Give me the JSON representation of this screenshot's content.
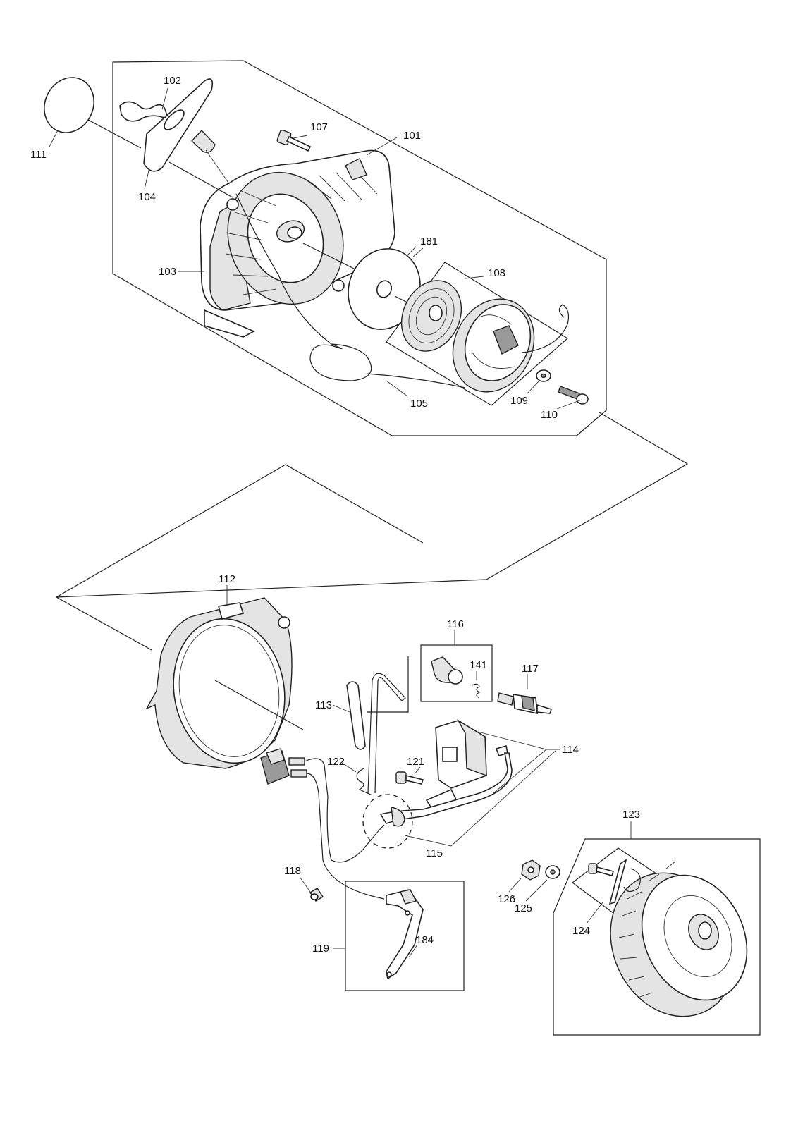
{
  "callouts": {
    "p101": "101",
    "p102": "102",
    "p103": "103",
    "p104": "104",
    "p105": "105",
    "p107": "107",
    "p108": "108",
    "p109": "109",
    "p110": "110",
    "p111": "111",
    "p112": "112",
    "p113": "113",
    "p114": "114",
    "p115": "115",
    "p116": "116",
    "p117": "117",
    "p118": "118",
    "p119": "119",
    "p121": "121",
    "p122": "122",
    "p123": "123",
    "p124": "124",
    "p125": "125",
    "p126": "126",
    "p141": "141",
    "p181": "181",
    "p184": "184"
  }
}
